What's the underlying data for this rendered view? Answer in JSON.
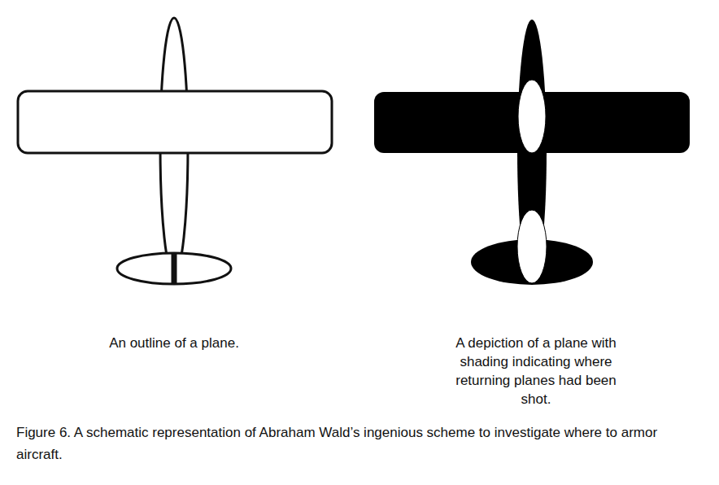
{
  "diagram": {
    "caption": "Figure 6. A schematic representation of Abraham Wald’s ingenious scheme to investigate where to armor aircraft.",
    "labels": [
      "An outline of a plane.",
      "A depiction of a plane with shading indicating where returning planes had been shot."
    ]
  }
}
